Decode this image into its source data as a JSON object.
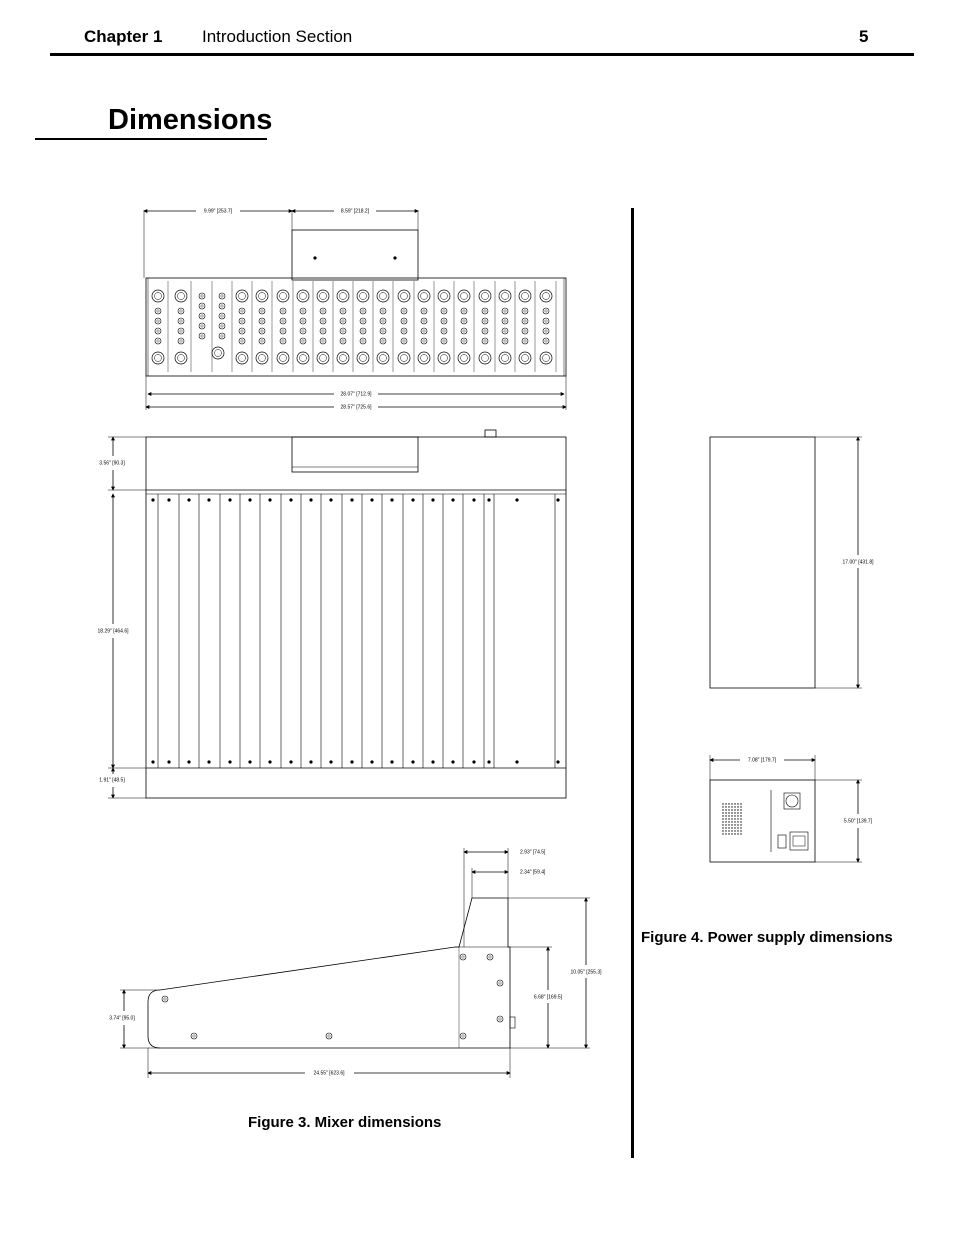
{
  "header": {
    "chapter": "Chapter 1",
    "section": "Introduction Section",
    "page_number": "5"
  },
  "title": "Dimensions",
  "figure3": {
    "caption": "Figure 3. Mixer dimensions",
    "rear_view": {
      "dim_left_width": "9.99\" [253.7]",
      "dim_right_width": "8.59\" [218.2]",
      "dim_inner_width": "28.07\" [712.9]",
      "dim_overall_width": "28.57\" [725.6]"
    },
    "top_view": {
      "dim_top_section": "3.56\" [90.3]",
      "dim_channel_section": "18.29\" [464.6]",
      "dim_front_rail": "1.91\" [48.5]"
    },
    "side_view": {
      "dim_top_depth": "2.93\" [74.5]",
      "dim_meter_depth": "2.34\" [59.4]",
      "dim_total_height": "10.05\" [255.3]",
      "dim_rear_height": "6.68\" [169.5]",
      "dim_front_height": "3.74\" [95.0]",
      "dim_depth": "24.55\" [623.6]"
    }
  },
  "figure4": {
    "caption": "Figure 4. Power supply  dimensions",
    "dim_depth": "17.00\" [431.8]",
    "dim_width": "7.08\" [179.7]",
    "dim_height": "5.50\" [139.7]"
  },
  "colors": {
    "ink": "#000000",
    "paper": "#ffffff"
  }
}
